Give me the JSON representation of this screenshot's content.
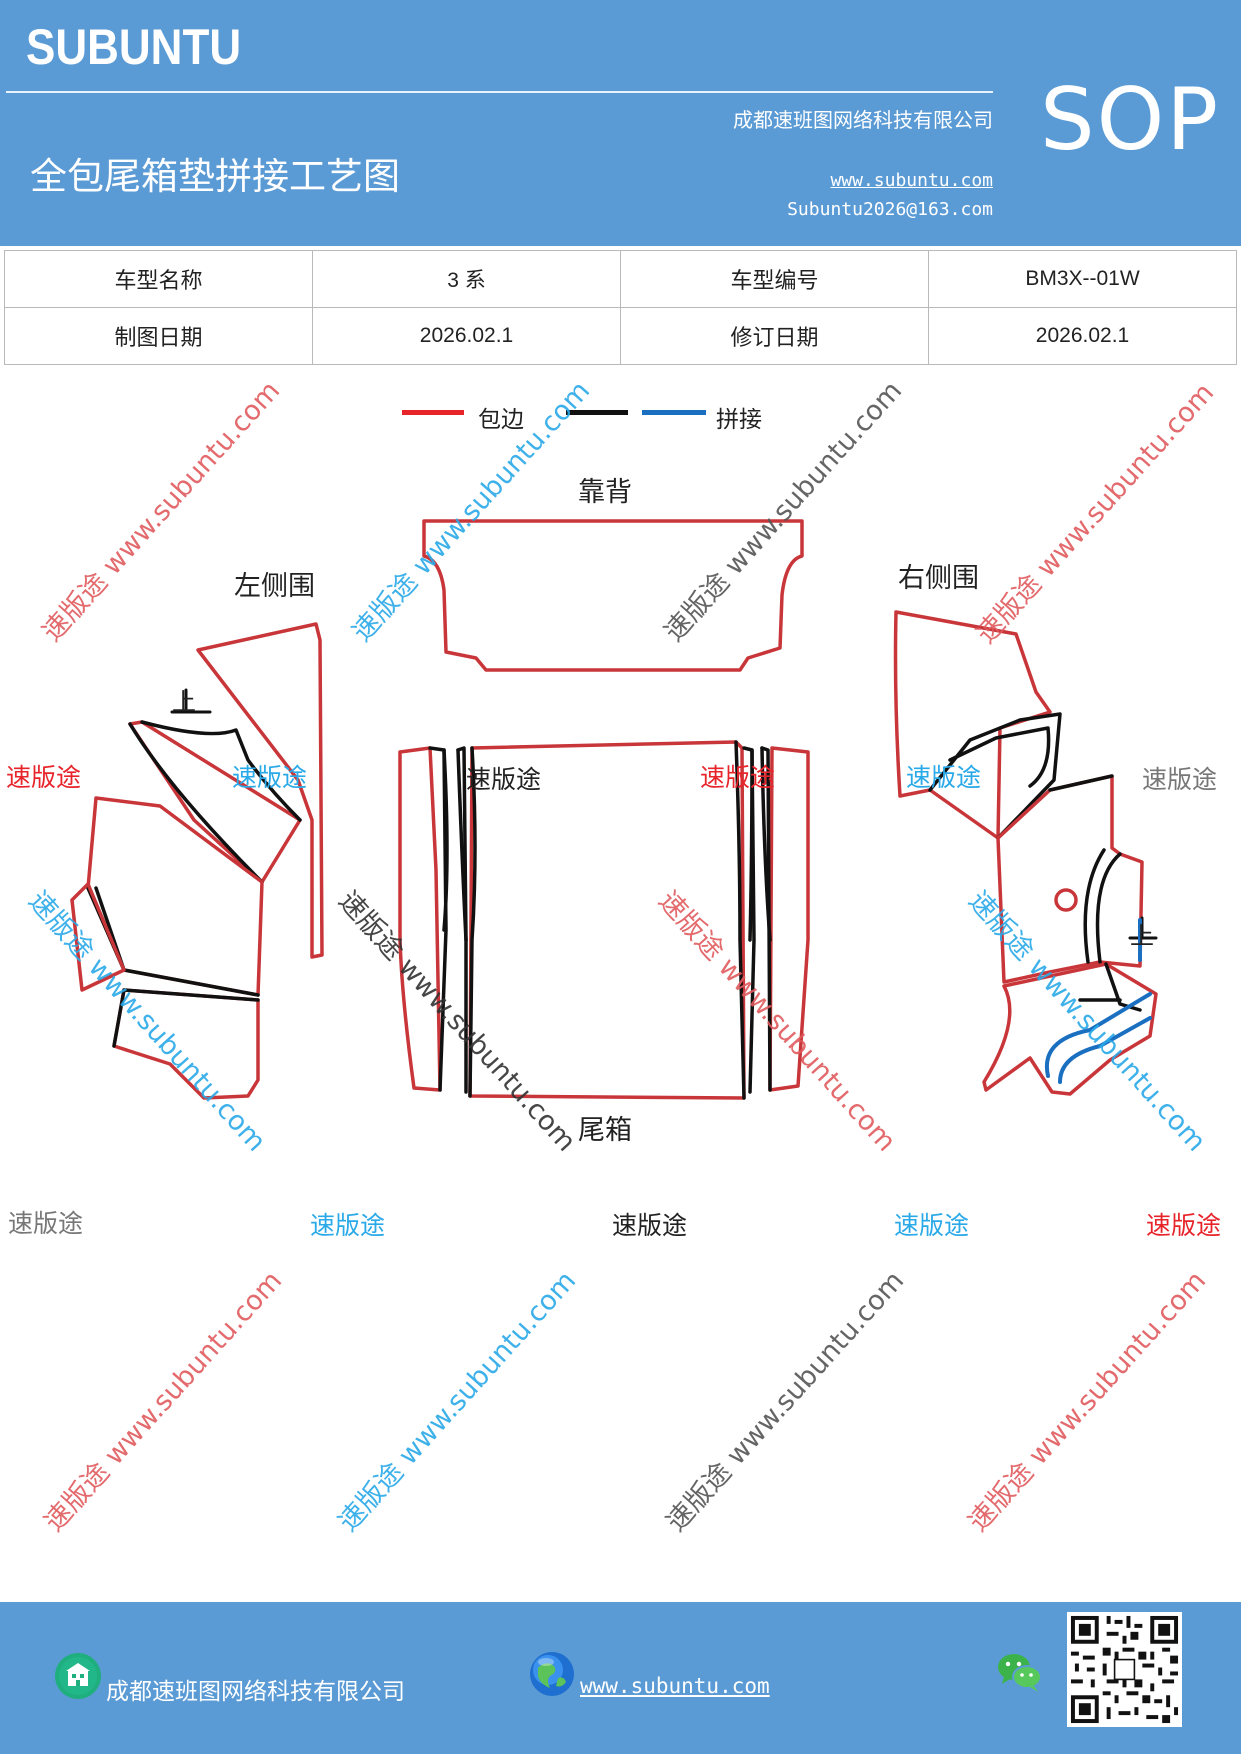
{
  "header": {
    "brand": "SUBUNTU",
    "company": "成都速班图网络科技有限公司",
    "title": "全包尾箱垫拼接工艺图",
    "website": "www.subuntu.com",
    "email": "Subuntu2026@163.com",
    "badge": "SOP"
  },
  "info_table": {
    "rows": [
      [
        {
          "label": "车型名称"
        },
        {
          "value": "3 系"
        },
        {
          "label": "车型编号"
        },
        {
          "value": "BM3X--01W"
        }
      ],
      [
        {
          "label": "制图日期"
        },
        {
          "value": "2026.02.1"
        },
        {
          "label": "修订日期"
        },
        {
          "value": "2026.02.1"
        }
      ]
    ]
  },
  "legend": {
    "items": [
      {
        "label": "包边",
        "color": "#e8242b"
      },
      {
        "label": "",
        "color": "#111111"
      },
      {
        "label": "拼接",
        "color": "#1a6fc0"
      }
    ]
  },
  "diagram": {
    "labels": {
      "back": "靠背",
      "left": "左侧围",
      "right": "右侧围",
      "trunk": "尾箱",
      "up_left": "上",
      "up_right": "上"
    },
    "colors": {
      "edge": "#c9363a",
      "seam": "#111111",
      "join": "#1a6fc0"
    }
  },
  "watermarks": {
    "brand": "速版途",
    "site": "www.subuntu.com",
    "diag_text": "速版途 www.subuntu.com"
  },
  "footer": {
    "company": "成都速班图网络科技有限公司",
    "website": "www.subuntu.com"
  }
}
